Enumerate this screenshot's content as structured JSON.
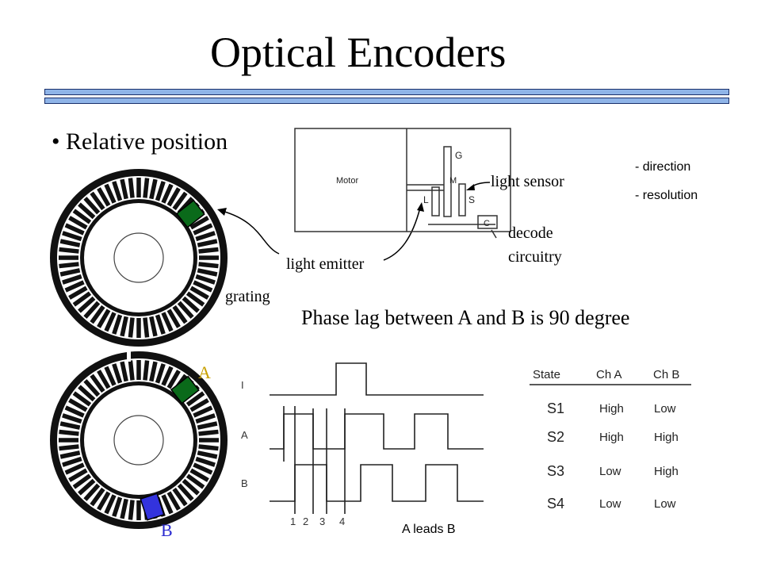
{
  "title": "Optical Encoders",
  "bullet": "• Relative position",
  "labels": {
    "light_sensor": "light sensor",
    "light_emitter": "light emitter",
    "decode_line1": "decode",
    "decode_line2": "circuitry",
    "grating": "grating",
    "direction": "- direction",
    "resolution": "- resolution",
    "phase_lag": "Phase lag between A and B is 90 degree",
    "sensor_a": "A",
    "sensor_b": "B",
    "a_leads_b": "A leads B"
  },
  "motor_diagram": {
    "motor": "Motor",
    "g": "G",
    "m": "M",
    "l": "L",
    "s": "S",
    "c": "C"
  },
  "waveforms": {
    "rows": [
      "I",
      "A",
      "B"
    ],
    "ticks": [
      "1",
      "2",
      "3",
      "4"
    ]
  },
  "state_table": {
    "headers": [
      "State",
      "Ch A",
      "Ch B"
    ],
    "rows": [
      [
        "S1",
        "High",
        "Low"
      ],
      [
        "S2",
        "High",
        "High"
      ],
      [
        "S3",
        "Low",
        "High"
      ],
      [
        "S4",
        "Low",
        "Low"
      ]
    ]
  },
  "colors": {
    "rule_fill": "#8fb4e8",
    "sensor_green": "#0a6a1a",
    "sensor_blue": "#3333dd",
    "letter_a": "#c8a000",
    "letter_b": "#2a2ad0"
  }
}
